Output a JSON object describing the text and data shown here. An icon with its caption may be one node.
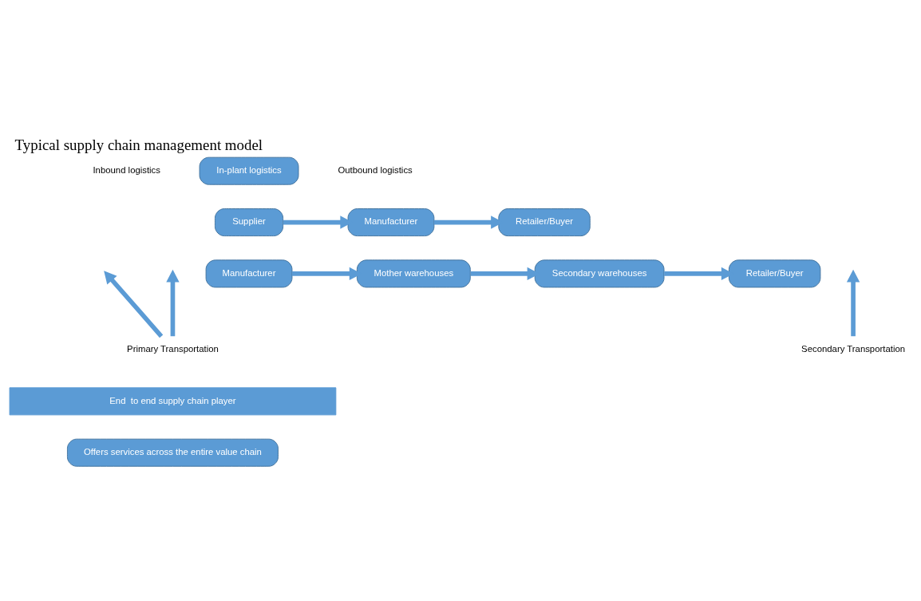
{
  "diagram": {
    "title": "Typical supply chain management model",
    "nodes": [
      {
        "text": [
          "Supplier"
        ]
      },
      {
        "text": [
          "Manufacturer"
        ]
      },
      {
        "text": [
          "Retailer/Buyer"
        ]
      },
      {
        "text": [
          "Manufacturer"
        ]
      },
      {
        "text": [
          "Mother warehouses"
        ]
      },
      {
        "text": [
          "Secondary warehouses"
        ]
      },
      {
        "text": [
          "Retailer/Buyer"
        ]
      },
      {
        "text": [
          "In-plant logistics"
        ]
      },
      {
        "text": [
          "Primary Transportation"
        ]
      },
      {
        "text": [
          "Secondary Transportation"
        ]
      },
      {
        "text": [
          "End  to end supply chain player"
        ]
      },
      {
        "text": [
          "Offers services across the entire value chain"
        ]
      }
    ],
    "edges": [
      {
        "from": 0,
        "to": 1,
        "arrow": "to"
      },
      {
        "from": 1,
        "to": 2,
        "arrow": "to"
      },
      {
        "from": 3,
        "to": 4,
        "arrow": "to"
      },
      {
        "from": 4,
        "to": 5,
        "arrow": "to"
      },
      {
        "from": 5,
        "to": 6,
        "arrow": "to"
      },
      {
        "from": 8,
        "to": null,
        "arrow": "to"
      },
      {
        "from": 8,
        "to": null,
        "arrow": "to"
      },
      {
        "from": 9,
        "to": null,
        "arrow": "to"
      }
    ],
    "labels": [
      "Inbound logistics",
      "Outbound logistics"
    ]
  }
}
